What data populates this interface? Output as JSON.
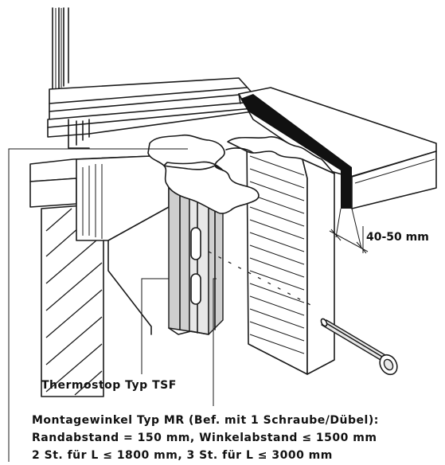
{
  "labels": {
    "dimension": "40-50 mm",
    "thermostop": "Thermostop Typ TSF",
    "montage_line1": "Montagewinkel Typ MR (Bef. mit 1 Schraube/Dübel):",
    "montage_line2": "Randabstand = 150 mm, Winkelabstand ≤ 1500 mm",
    "montage_line3": "2 St. für L ≤ 1800 mm, 3 St. für L ≤ 3000 mm"
  },
  "colors": {
    "stroke": "#1a1a1a",
    "fill_light": "#e8e8e8",
    "fill_mid": "#cfcfcf",
    "black": "#111111"
  }
}
